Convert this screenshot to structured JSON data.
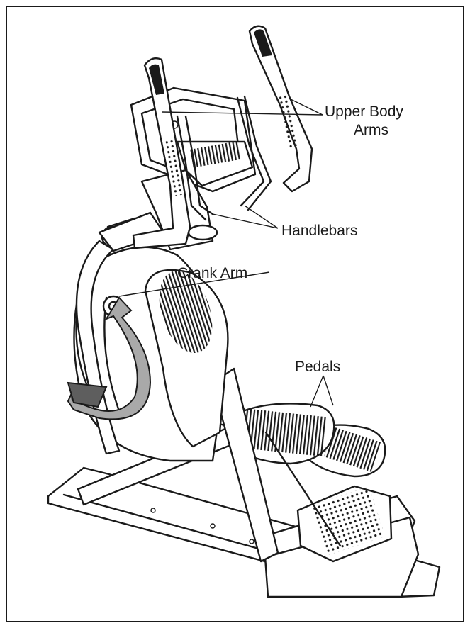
{
  "labels": {
    "upper_body_arms_line1": "Upper Body",
    "upper_body_arms_line2": "Arms",
    "handlebars": "Handlebars",
    "crank_arm": "Crank Arm",
    "pedals": "Pedals"
  },
  "colors": {
    "line": "#1a1a1a",
    "arrow_fill": "#a9a9a9",
    "background": "#ffffff"
  }
}
